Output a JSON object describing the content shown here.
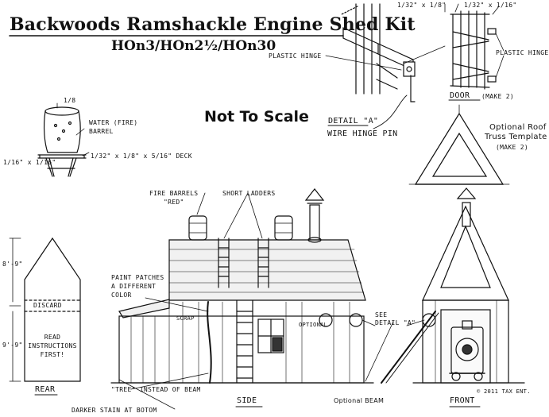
{
  "header": {
    "title": "Backwoods Ramshackle Engine Shed Kit",
    "scales": "HOn3/HOn2½/HOn30",
    "scale_note": "Not To Scale"
  },
  "hinge_detail": {
    "plastic_hinge": "PLASTIC HINGE",
    "plastic_hinges": "PLASTIC HINGES",
    "dim_left": "1/32\" x 1/8\"",
    "dim_right": "1/32\" x 1/16\"",
    "door_label": "DOOR",
    "door_make": "(MAKE 2)",
    "detail_label": "DETAIL \"A\"",
    "wire_label": "WIRE HINGE PIN"
  },
  "water_tower": {
    "label_line1": "WATER (FIRE)",
    "label_line2": "BARREL",
    "deck_label": "1/32\" x 1/8\" x 5/16\" DECK",
    "leg_label": "1/16\" x 1/16\"",
    "top_mark": "1/8"
  },
  "truss": {
    "line1": "Optional Roof",
    "line2": "Truss Template",
    "make": "(MAKE 2)"
  },
  "side_notes": {
    "fire_barrels": "FIRE BARRELS",
    "red": "\"RED\"",
    "short_ladders": "SHORT LADDERS",
    "paint_line1": "PAINT PATCHES",
    "paint_line2": "A DIFFERENT",
    "paint_line3": "COLOR",
    "see_detail_line1": "SEE",
    "see_detail_line2": "DETAIL \"A\"",
    "tree_note": "\"TREE\" INSTEAD OF BEAM",
    "darker_stain": "DARKER STAIN AT BOTOM",
    "optional_beam": "Optional BEAM",
    "scrap": "SCRAP",
    "optional": "OPTIONAL"
  },
  "rear": {
    "height_top": "8'-9\"",
    "height_bottom": "9'-9\"",
    "discard": "DISCARD",
    "read_line1": "READ",
    "read_line2": "INSTRUCTIONS",
    "read_line3": "FIRST!"
  },
  "view_labels": {
    "rear": "REAR",
    "side": "SIDE",
    "front": "FRONT"
  },
  "copyright": "© 2011 TAX ENT."
}
